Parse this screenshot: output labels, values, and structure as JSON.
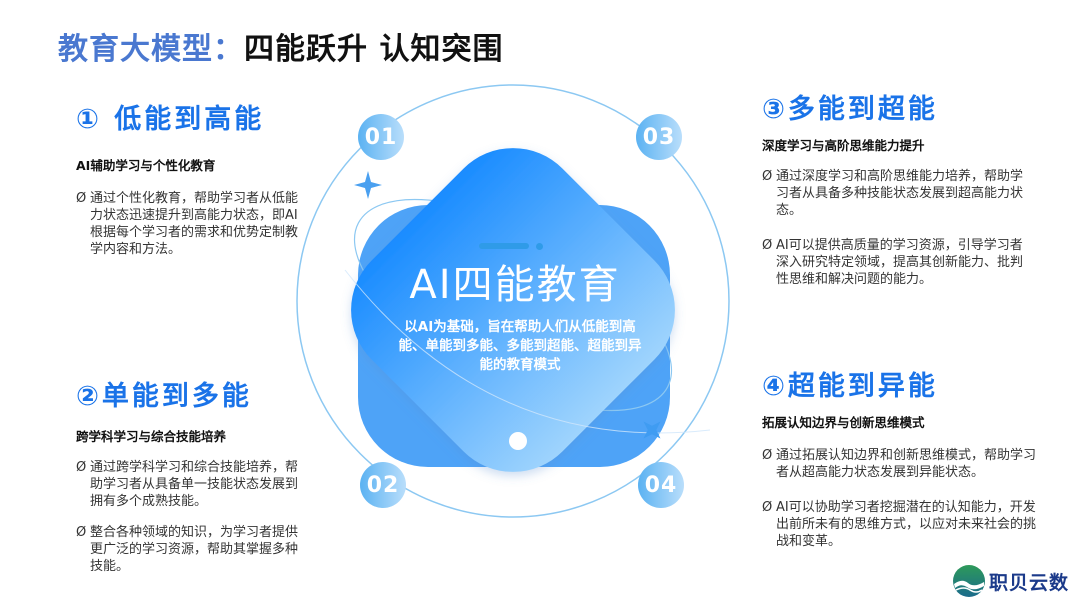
{
  "header": {
    "title_accent": "教育大模型：",
    "title_rest": "四能跃升  认知突围"
  },
  "center": {
    "title": "AI四能教育",
    "description": "以AI为基础，旨在帮助人们从低能到高能、单能到多能、多能到超能、超能到异能的教育模式",
    "badges": [
      "01",
      "02",
      "03",
      "04"
    ]
  },
  "sections": [
    {
      "heading": "① 低能到高能",
      "subheading": "AI辅助学习与个性化教育",
      "bullets": [
        "通过个性化教育，帮助学习者从低能力状态迅速提升到高能力状态，即AI根据每个学习者的需求和优势定制教学内容和方法。"
      ]
    },
    {
      "heading": "②单能到多能",
      "subheading": "跨学科学习与综合技能培养",
      "bullets": [
        "通过跨学科学习和综合技能培养，帮助学习者从具备单一技能状态发展到拥有多个成熟技能。",
        "整合各种领域的知识，为学习者提供更广泛的学习资源，帮助其掌握多种技能。"
      ]
    },
    {
      "heading": "③多能到超能",
      "subheading": "深度学习与高阶思维能力提升",
      "bullets": [
        "通过深度学习和高阶思维能力培养，帮助学习者从具备多种技能状态发展到超高能力状态。",
        "AI可以提供高质量的学习资源，引导学习者深入研究特定领域，提高其创新能力、批判性思维和解决问题的能力。"
      ]
    },
    {
      "heading": "④超能到异能",
      "subheading": "拓展认知边界与创新思维模式",
      "bullets": [
        "通过拓展认知边界和创新思维模式，帮助学习者从超高能力状态发展到异能状态。",
        "AI可以协助学习者挖掘潜在的认知能力，开发出前所未有的思维方式，以应对未来社会的挑战和变革。"
      ]
    }
  ],
  "bullet_mark": "Ø",
  "logo": {
    "text": "职贝云数"
  },
  "colors": {
    "accent_blue": "#1a73e8",
    "title_blue": "#4a78d0",
    "circle_line": "#8cc8f2",
    "shape_back": "#4ea3f7",
    "shape_front_start": "#1a8cff",
    "shape_front_end": "#94cffc"
  }
}
